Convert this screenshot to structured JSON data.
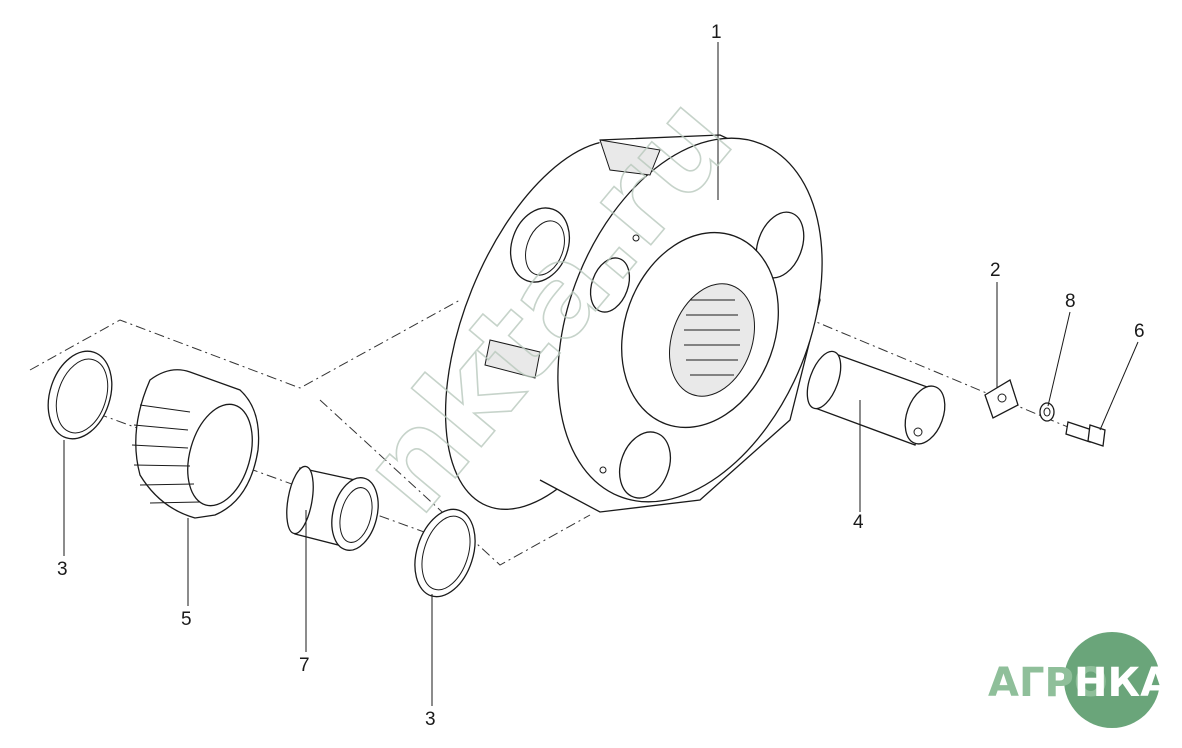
{
  "callouts": {
    "c1": "1",
    "c2": "2",
    "c3a": "3",
    "c3b": "3",
    "c4": "4",
    "c5": "5",
    "c6": "6",
    "c7": "7",
    "c8": "8"
  },
  "watermark": "nkta.ru",
  "logo": {
    "left": "АГРО",
    "right": "НКА",
    "circle_color": "#6aa57a",
    "text_color": "#8fbf9a"
  }
}
